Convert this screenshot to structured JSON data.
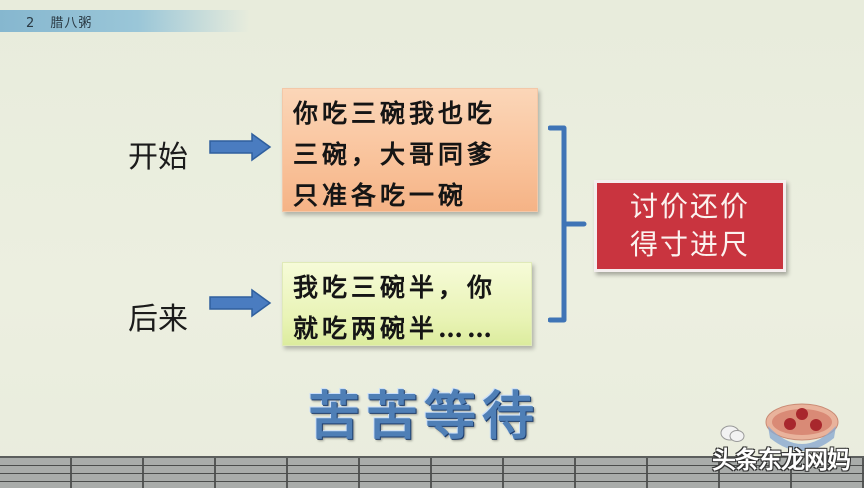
{
  "header": {
    "lesson_number": "2",
    "lesson_title": "腊八粥"
  },
  "labels": {
    "start": "开始",
    "later": "后来"
  },
  "boxes": {
    "start_lines": [
      "你吃三碗我也吃",
      "三碗，大哥同爹",
      "只准各吃一碗"
    ],
    "later_lines": [
      "我吃三碗半，你",
      "就吃两碗半……"
    ]
  },
  "result": {
    "lines": [
      "讨价还价",
      "得寸进尺"
    ]
  },
  "big_title": "苦苦等待",
  "watermark": "头条东龙网妈",
  "colors": {
    "arrow": "#4a7cc0",
    "bracket": "#3f74b6",
    "result_bg": "#c9343f",
    "start_box": "#f9c29a",
    "later_box": "#e8f3b4"
  }
}
